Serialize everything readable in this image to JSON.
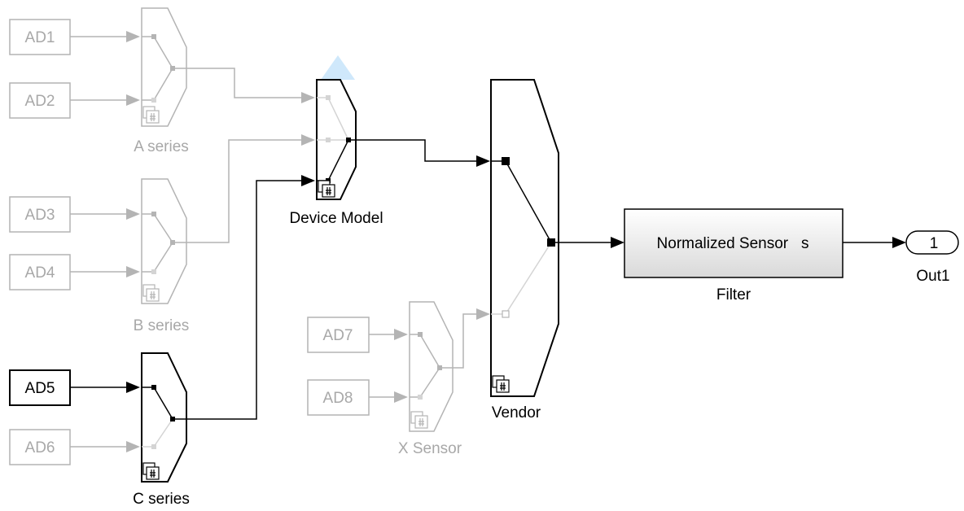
{
  "colors": {
    "active": "#000000",
    "inactive": "#b4b4b4",
    "inactive_text": "#a8a8a8",
    "label_text": "#000000",
    "filter_fill_top": "#ffffff",
    "filter_fill_bottom": "#d9d9d9",
    "highlight": "#cfe8fb"
  },
  "inports": [
    {
      "id": "ad1",
      "label": "AD1",
      "active": false
    },
    {
      "id": "ad2",
      "label": "AD2",
      "active": false
    },
    {
      "id": "ad3",
      "label": "AD3",
      "active": false
    },
    {
      "id": "ad4",
      "label": "AD4",
      "active": false
    },
    {
      "id": "ad5",
      "label": "AD5",
      "active": true
    },
    {
      "id": "ad6",
      "label": "AD6",
      "active": false
    },
    {
      "id": "ad7",
      "label": "AD7",
      "active": false
    },
    {
      "id": "ad8",
      "label": "AD8",
      "active": false
    }
  ],
  "subsystems": {
    "a_series": {
      "label": "A series",
      "active": false
    },
    "b_series": {
      "label": "B series",
      "active": false
    },
    "c_series": {
      "label": "C series",
      "active": true
    },
    "device_model": {
      "label": "Device Model",
      "active": true
    },
    "x_sensor": {
      "label": "X Sensor",
      "active": false
    },
    "vendor": {
      "label": "Vendor",
      "active": true
    }
  },
  "filter": {
    "text": "Normalized Sensor   s",
    "label": "Filter"
  },
  "outport": {
    "number": "1",
    "label": "Out1"
  },
  "icons": {
    "variant_badge": "variant-subsystem-icon"
  }
}
